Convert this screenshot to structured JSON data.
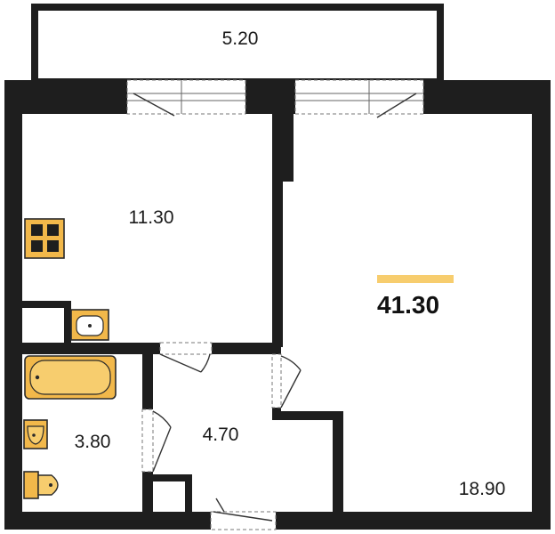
{
  "plan": {
    "total_area": "41.30",
    "rooms": {
      "balcony": "5.20",
      "kitchen": "11.30",
      "living": "18.90",
      "bathroom": "3.80",
      "hall": "4.70"
    }
  },
  "colors": {
    "wall": "#1e1e1e",
    "fixture": "#f2b84a",
    "accent": "#f7cd6e"
  },
  "icons": [
    "stove-icon",
    "kitchen-sink-icon",
    "bathtub-icon",
    "washbasin-icon",
    "toilet-icon"
  ]
}
